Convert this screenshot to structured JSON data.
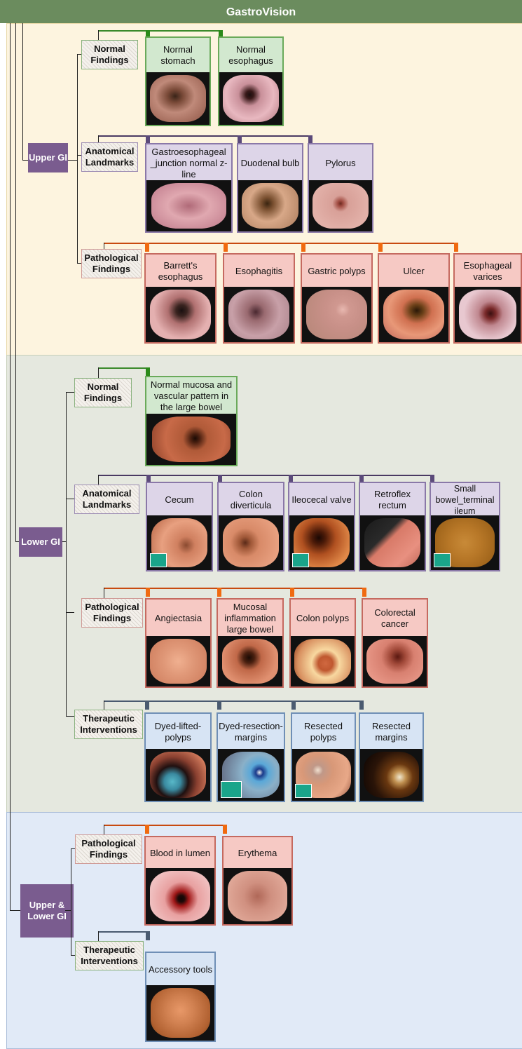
{
  "title": "GastroVision",
  "colors": {
    "green": "#6aaa5a",
    "purple": "#8a78a8",
    "red": "#c56a60",
    "blue": "#6f8fb6",
    "region": "#7a5c8f"
  },
  "upper_gi": {
    "label": "Upper GI",
    "normal": {
      "label": "Normal Findings",
      "items": [
        "Normal stomach",
        "Normal esophagus"
      ]
    },
    "anatomical": {
      "label": "Anatomical Landmarks",
      "items": [
        "Gastroesophageal _junction normal z-line",
        "Duodenal bulb",
        "Pylorus"
      ]
    },
    "pathological": {
      "label": "Pathological Findings",
      "items": [
        "Barrett's esophagus",
        "Esophagitis",
        "Gastric polyps",
        "Ulcer",
        "Esophageal varices"
      ]
    }
  },
  "lower_gi": {
    "label": "Lower GI",
    "normal": {
      "label": "Normal Findings",
      "items": [
        "Normal mucosa and vascular pattern in the large bowel"
      ]
    },
    "anatomical": {
      "label": "Anatomical Landmarks",
      "items": [
        "Cecum",
        "Colon diverticula",
        "Ileocecal valve",
        "Retroflex rectum",
        "Small bowel_terminal ileum"
      ]
    },
    "pathological": {
      "label": "Pathological Findings",
      "items": [
        "Angiectasia",
        "Mucosal inflammation large bowel",
        "Colon polyps",
        "Colorectal cancer"
      ]
    },
    "therapeutic": {
      "label": "Therapeutic Interventions",
      "items": [
        "Dyed-lifted-polyps",
        "Dyed-resection-margins",
        "Resected polyps",
        "Resected margins"
      ]
    }
  },
  "upper_lower_gi": {
    "label": "Upper & Lower GI",
    "pathological": {
      "label": "Pathological Findings",
      "items": [
        "Blood in lumen",
        "Erythema"
      ]
    },
    "therapeutic": {
      "label": "Therapeutic Interventions",
      "items": [
        "Accessory tools"
      ]
    }
  }
}
